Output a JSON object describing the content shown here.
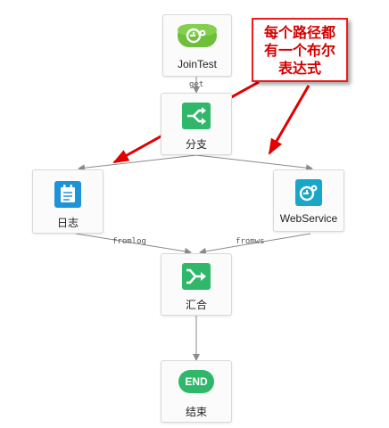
{
  "nodes": {
    "join_test": {
      "label": "JoinTest",
      "icon": "gear-cloud-icon",
      "color": "#6fbf3a"
    },
    "branch": {
      "label": "分支",
      "icon": "branch-icon",
      "color": "#2fb86a"
    },
    "log": {
      "label": "日志",
      "icon": "notepad-icon",
      "color": "#1e93d8"
    },
    "webservice": {
      "label": "WebService",
      "icon": "gear-cloud-icon",
      "color": "#1aa6c8"
    },
    "merge": {
      "label": "汇合",
      "icon": "merge-icon",
      "color": "#2fb86a"
    },
    "end": {
      "label": "结束",
      "badge": "END",
      "icon": "end-icon",
      "color": "#2fb86a"
    }
  },
  "edge_labels": {
    "get": "get",
    "fromlog": "fromlog",
    "fromws": "fromws"
  },
  "callout": {
    "text": "每个路径都有一个布尔表达式",
    "color": "#e00000"
  }
}
